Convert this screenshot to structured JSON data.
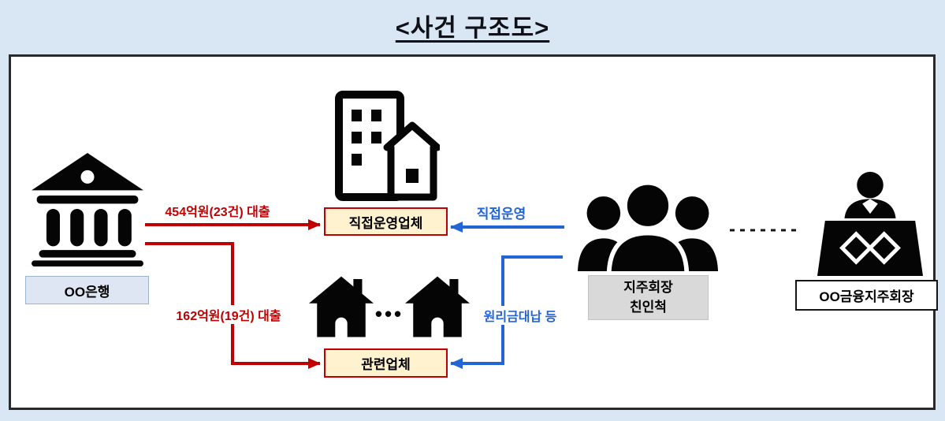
{
  "title": "<사건 구조도>",
  "colors": {
    "page_background": "#D9E6F3",
    "loan_red": "#C00000",
    "flow_blue": "#2465D6",
    "company_box_fill": "#FEF2CF",
    "bank_box_fill": "#DDE6F2",
    "relatives_box_fill": "#D9D9D9"
  },
  "nodes": {
    "bank": {
      "icon": "bank-icon",
      "label": "OO은행"
    },
    "direct_company": {
      "icon": "office-building-icon",
      "label": "직접운영업체"
    },
    "related_company": {
      "icon": "houses-icon",
      "ellipsis": "•••",
      "label": "관련업체"
    },
    "relatives": {
      "icon": "people-group-icon",
      "line1": "지주회장",
      "line2": "친인척"
    },
    "chairman": {
      "icon": "executive-desk-icon",
      "label": "OO금융지주회장"
    }
  },
  "edges": {
    "loan_to_direct": {
      "label": "454억원(23건) 대출",
      "color": "#C00000",
      "style": "solid-arrow"
    },
    "loan_to_related": {
      "label": "162억원(19건) 대출",
      "color": "#C00000",
      "style": "solid-arrow"
    },
    "direct_operation": {
      "label": "직접운영",
      "color": "#2465D6",
      "style": "solid-arrow"
    },
    "repayment": {
      "label": "원리금대납 등",
      "color": "#2465D6",
      "style": "solid-arrow"
    },
    "relation": {
      "style": "dashed-line"
    }
  }
}
